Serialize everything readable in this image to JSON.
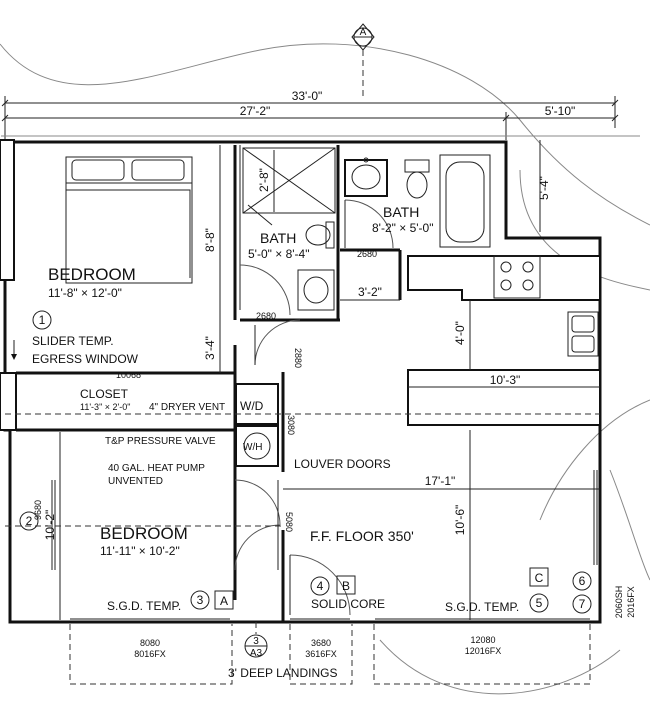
{
  "markers": {
    "section_top": "A",
    "sec_bottom_num": "3",
    "sec_bottom_sheet": "A3"
  },
  "dims": {
    "overall": "33'-0\"",
    "left_run": "27'-2\"",
    "right_run": "5'-10\"",
    "right_vert": "5'-4\"",
    "bed1_vert": "8'-8\"",
    "shower_vert": "2'-8\"",
    "hall_vert": "3'-4\"",
    "kitchen_vert": "4'-0\"",
    "counter": "10'-3\"",
    "bath2_door": "3'-2\"",
    "great_room": "17'-1\"",
    "great_vert": "10'-6\"",
    "bed2_vert": "10'-2\""
  },
  "rooms": {
    "bedroom1_name": "BEDROOM",
    "bedroom1_size": "11'-8\" × 12'-0\"",
    "bath1_name": "BATH",
    "bath1_size": "5'-0\" × 8'-4\"",
    "bath2_name": "BATH",
    "bath2_size": "8'-2\" × 5'-0\"",
    "closet_name": "CLOSET",
    "closet_size": "11'-3\" × 2'-0\"",
    "bedroom2_name": "BEDROOM",
    "bedroom2_size": "11'-11\" × 10'-2\"",
    "floor_label": "F.F. FLOOR 350'",
    "wd": "W/D",
    "wh": "W/H"
  },
  "doors": {
    "d2680_a": "2680",
    "d2680_b": "2680",
    "d2880": "2880",
    "d3080": "3080",
    "d5080": "5080",
    "d9680": "9680",
    "d10068": "10068"
  },
  "notes": {
    "slider_temp": "SLIDER TEMP.",
    "egress": "EGRESS WINDOW",
    "dryer_vent": "4\" DRYER VENT",
    "tp_valve": "T&P PRESSURE VALVE",
    "heat_pump": "40 GAL. HEAT PUMP",
    "unvented": "UNVENTED",
    "louver": "LOUVER DOORS",
    "sgd_left": "S.G.D. TEMP.",
    "solid_core": "SOLID CORE",
    "sgd_right": "S.G.D. TEMP.",
    "deep_landings": "3' DEEP LANDINGS"
  },
  "tags": {
    "c1": "1",
    "c2": "2",
    "c3": "3",
    "c4": "4",
    "c5": "5",
    "c6": "6",
    "c7": "7",
    "sA": "A",
    "sB": "B",
    "sC": "C"
  },
  "windows": {
    "w1_a": "8080",
    "w1_b": "8016FX",
    "w2_a": "3680",
    "w2_b": "3616FX",
    "w3_a": "12080",
    "w3_b": "12016FX",
    "w4_a": "2060SH",
    "w4_b": "2016FX"
  }
}
